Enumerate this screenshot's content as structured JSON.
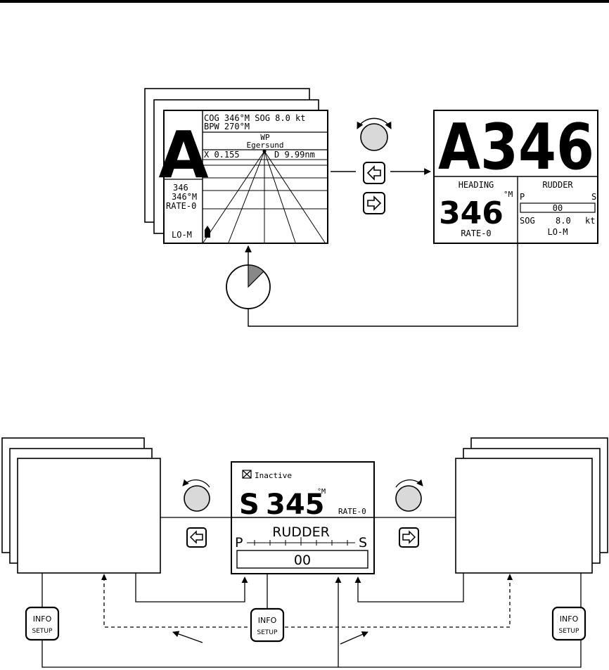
{
  "nav_screen": {
    "mode_letter": "A",
    "cog_line": "COG 346°M SOG  8.0 kt",
    "bpw_line": "BPW 270°M",
    "wp_label": "WP",
    "wp_name": "Egersund",
    "xte_line": "X 0.155",
    "dist_line": "D  9.99nm",
    "heading_small": "346",
    "set_course": "346°M",
    "rate": "RATE-0",
    "response": "LO-M"
  },
  "big_screen": {
    "mode_course": "A346",
    "heading_label": "HEADING",
    "heading_value": "346",
    "heading_unit": "°M",
    "rate": "RATE-0",
    "rudder_label": "RUDDER",
    "port": "P",
    "starboard": "S",
    "rudder_value": "00",
    "sog_label": "SOG",
    "sog_value": "8.0",
    "sog_unit": "kt",
    "response": "LO-M"
  },
  "rudder_screen": {
    "status": "Inactive",
    "mode_letter": "S",
    "heading": "345",
    "unit": "°M",
    "rate": "RATE-0",
    "rudder_label": "RUDDER",
    "port": "P",
    "starboard": "S",
    "rudder_value": "00"
  },
  "buttons": {
    "info_label": "INFO",
    "setup_label": "SETUP"
  },
  "colors": {
    "line": "#000000",
    "knob_fill": "#d9d9d9",
    "timer_fill": "#888888"
  },
  "icons": [
    "rotary-knob-icon",
    "left-arrow-key-icon",
    "right-arrow-key-icon",
    "timer-icon",
    "info-setup-key-icon",
    "checkbox-icon",
    "boat-icon"
  ]
}
